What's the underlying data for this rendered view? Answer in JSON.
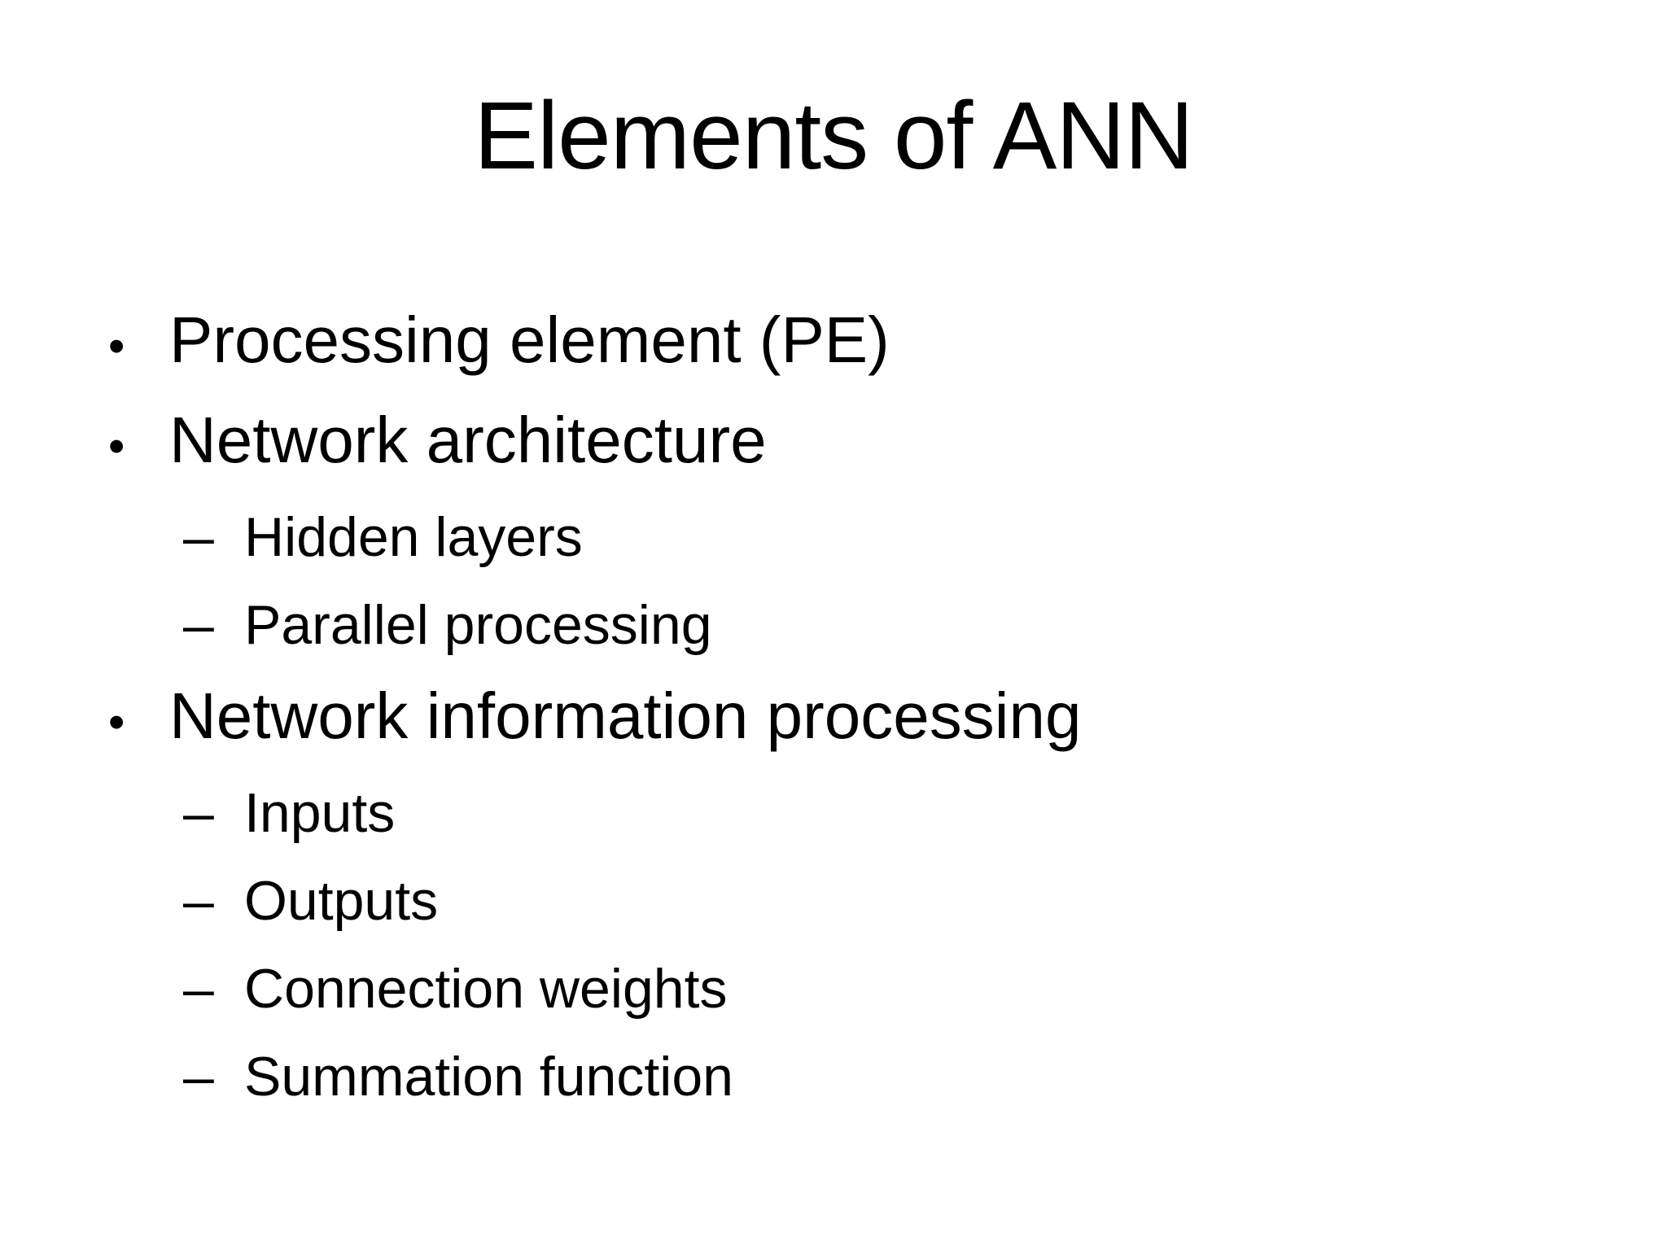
{
  "slide": {
    "title": "Elements of ANN",
    "bullet_char": "•",
    "dash_char": "–",
    "colors": {
      "background": "#ffffff",
      "text": "#000000"
    },
    "bullets": [
      {
        "label": "Processing element (PE)",
        "sub": []
      },
      {
        "label": "Network architecture",
        "sub": [
          "Hidden layers",
          "Parallel processing"
        ]
      },
      {
        "label": "Network information processing",
        "sub": [
          "Inputs",
          "Outputs",
          "Connection weights",
          "Summation function"
        ]
      }
    ]
  }
}
